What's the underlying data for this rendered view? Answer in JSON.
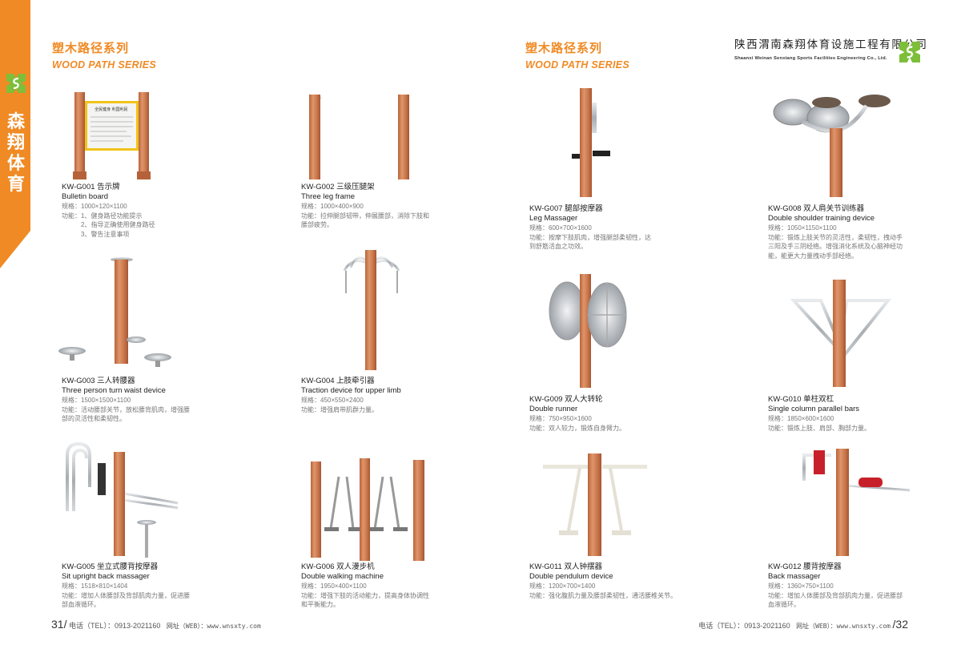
{
  "sidebar": {
    "brand_cn": "森翔体育",
    "accent": "#F08A24"
  },
  "left_page": {
    "series_cn": "塑木路径系列",
    "series_en": "WOOD PATH SERIES",
    "page_number": "31/",
    "footer": {
      "tel": "电话（TEL）：0913-2021160",
      "web": "网址（WEB）：www.wnsxty.com"
    }
  },
  "right_page": {
    "series_cn": "塑木路径系列",
    "series_en": "WOOD PATH SERIES",
    "company_cn": "陕西渭南森翔体育设施工程有限公司",
    "company_en": "Shaanxi Weinan Senxiang Sports Facilities Engineering Co., Ltd.",
    "page_number": "/32",
    "footer": {
      "tel": "电话（TEL）：0913-2021160",
      "web": "网址（WEB）：www.wnsxty.com"
    }
  },
  "board_text": {
    "headline": "全民健身 利国利民"
  },
  "products": [
    {
      "code": "KW-G001 告示牌",
      "en": "Bulletin board",
      "spec": "规格：1000×120×1100",
      "func": [
        "功能：1、健身路径功能提示",
        "2、指导正确使用健身路径",
        "3、警告注意事项"
      ]
    },
    {
      "code": "KW-G002 三级压腿架",
      "en": "Three leg frame",
      "spec": "规格：1000×400×900",
      "func": [
        "功能：拉伸腿部韧带，伸展腰部，消除下肢和",
        "腰部疲劳。"
      ]
    },
    {
      "code": "KW-G003 三人转腰器",
      "en": "Three person turn waist device",
      "spec": "规格：1500×1500×1100",
      "func": [
        "功能：活动腰部关节，放松腰背肌肉，增强腰",
        "部的灵活性和柔韧性。"
      ]
    },
    {
      "code": "KW-G004 上肢牵引器",
      "en": "Traction device for upper limb",
      "spec": "规格：450×550×2400",
      "func": [
        "功能：增强肩带肌群力量。"
      ]
    },
    {
      "code": "KW-G005 坐立式腰背按摩器",
      "en": "Sit upright back massager",
      "spec": "规格：1518×810×1404",
      "func": [
        "功能：增加人体腰部及背部肌肉力量，促进腰",
        "部血液循环。"
      ]
    },
    {
      "code": "KW-G006 双人漫步机",
      "en": "Double walking machine",
      "spec": "规格：1950×400×1100",
      "func": [
        "功能：增强下肢的活动能力，提高身体协调性",
        "和平衡能力。"
      ]
    },
    {
      "code": "KW-G007 腿部按摩器",
      "en": "Leg Massager",
      "spec": "规格：600×700×1600",
      "func": [
        "功能：按摩下肢肌肉，增强腿部柔韧性，达",
        "到舒筋活血之功效。"
      ]
    },
    {
      "code": "KW-G008 双人肩关节训练器",
      "en": "Double shoulder training device",
      "spec": "规格：1050×1150×1100",
      "func": [
        "功能：锻炼上肢关节的灵活性，柔韧性，拽动手",
        "三阳及手三阴经络。增强消化系统及心脑神经功",
        "能，能更大力量拽动手部经络。"
      ]
    },
    {
      "code": "KW-G009 双人大转轮",
      "en": "Double runner",
      "spec": "规格：750×950×1600",
      "func": [
        "功能：双人较力，锻炼自身臂力。"
      ]
    },
    {
      "code": "KW-G010 单柱双杠",
      "en": "Single column parallel bars",
      "spec": "规格：1850×600×1600",
      "func": [
        "功能：锻炼上肢、肩部、胸部力量。"
      ]
    },
    {
      "code": "KW-G011 双人钟摆器",
      "en": "Double pendulum device",
      "spec": "规格：1200×700×1400",
      "func": [
        "功能：强化腹肌力量及腰部柔韧性，通活腰椎关节。"
      ]
    },
    {
      "code": "KW-G012 腰背按摩器",
      "en": "Back massager",
      "spec": "规格：1360×750×1100",
      "func": [
        "功能：增加人体腰部及背部肌肉力量，促进腰部",
        "血液循环。"
      ]
    }
  ]
}
